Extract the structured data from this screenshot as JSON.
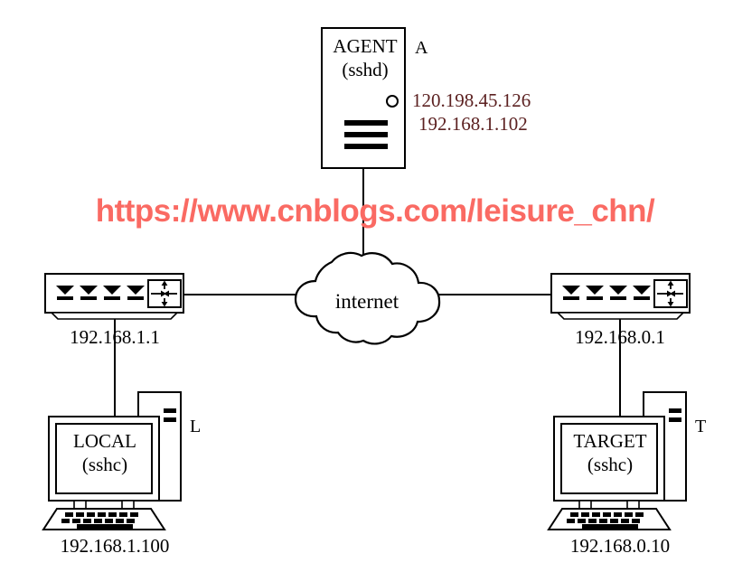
{
  "diagram": {
    "title": "SSH reverse tunnel network topology",
    "background_color": "#ffffff",
    "line_color": "#000000",
    "accent_color": "#5c2121",
    "watermark_color": "#fa6a63"
  },
  "watermark": {
    "text": "https://www.cnblogs.com/leisure_chn/"
  },
  "cloud": {
    "label": "internet",
    "icon": "cloud-icon"
  },
  "agent": {
    "name": "AGENT",
    "service": "(sshd)",
    "tag": "A",
    "icon": "server-tower-icon",
    "public_ip": "120.198.45.126",
    "private_ip": "192.168.1.102"
  },
  "left_switch": {
    "ip": "192.168.1.1",
    "icon": "network-switch-icon",
    "ports": 4
  },
  "right_switch": {
    "ip": "192.168.0.1",
    "icon": "network-switch-icon",
    "ports": 4
  },
  "local_host": {
    "name": "LOCAL",
    "service": "(sshc)",
    "tag": "L",
    "icon": "desktop-computer-icon",
    "ip": "192.168.1.100"
  },
  "target_host": {
    "name": "TARGET",
    "service": "(sshc)",
    "tag": "T",
    "icon": "desktop-computer-icon",
    "ip": "192.168.0.10"
  },
  "links": [
    {
      "name": "agent-to-internet",
      "from": "agent",
      "to": "cloud"
    },
    {
      "name": "left-switch-to-internet",
      "from": "left_switch",
      "to": "cloud"
    },
    {
      "name": "right-switch-to-internet",
      "from": "right_switch",
      "to": "cloud"
    },
    {
      "name": "local-to-left-switch",
      "from": "local_host",
      "to": "left_switch"
    },
    {
      "name": "target-to-right-switch",
      "from": "target_host",
      "to": "right_switch"
    }
  ]
}
